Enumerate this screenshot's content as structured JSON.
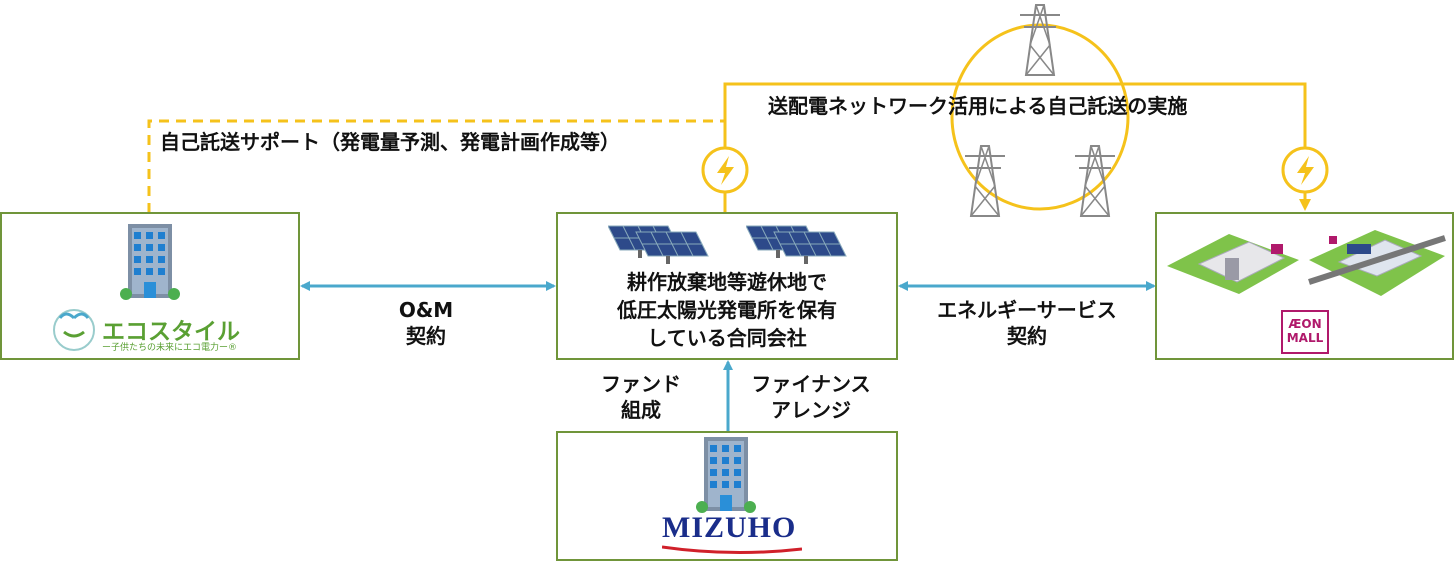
{
  "nodes": {
    "ecostyle": {
      "logo_text": "エコスタイル",
      "logo_subtitle": "ー子供たちの未来にエコ電力ー®"
    },
    "center": {
      "line1": "耕作放棄地等遊休地で",
      "line2": "低圧太陽光発電所を保有",
      "line3": "している合同会社"
    },
    "aeon": {
      "logo_line1": "ÆON",
      "logo_line2": "MALL"
    },
    "mizuho": {
      "logo_text": "MIZUHO"
    }
  },
  "edges": {
    "self_transmission_support": "自己託送サポート（発電量予測、発電計画作成等）",
    "network_transmission": "送配電ネットワーク活用による自己託送の実施",
    "om_contract_line1": "O&M",
    "om_contract_line2": "契約",
    "energy_service_line1": "エネルギーサービス",
    "energy_service_line2": "契約",
    "fund_line1": "ファンド",
    "fund_line2": "組成",
    "finance_line1": "ファイナンス",
    "finance_line2": "アレンジ"
  },
  "colors": {
    "box_border": "#70953a",
    "power_line": "#f5c21b",
    "contract_arrow": "#4aa8cc"
  }
}
